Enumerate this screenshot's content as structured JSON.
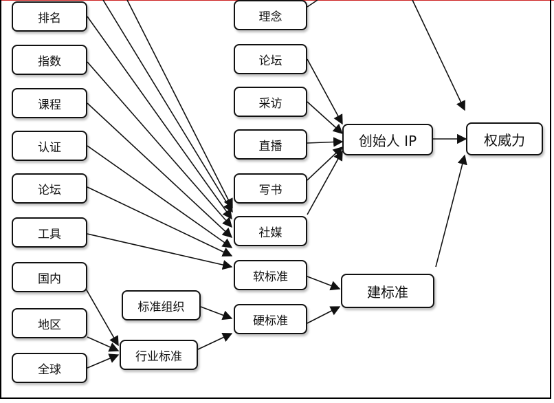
{
  "nodes": {
    "paiming": "排名",
    "zhishu": "指数",
    "kecheng": "课程",
    "renzheng": "认证",
    "luntan_left": "论坛",
    "gongju": "工具",
    "guonei": "国内",
    "diqu": "地区",
    "quanqiu": "全球",
    "biaozhun_zuzhi": "标准组织",
    "hangye_biaozhun": "行业标准",
    "linian": "理念",
    "luntan_mid": "论坛",
    "caifang": "采访",
    "zhibo": "直播",
    "xieshu": "写书",
    "shemei": "社媒",
    "ruan_biaozhun": "软标准",
    "ying_biaozhun": "硬标准",
    "chuangshiren_ip": "创始人 IP",
    "jian_biaozhun": "建标准",
    "weiwei_li": "权威力"
  }
}
